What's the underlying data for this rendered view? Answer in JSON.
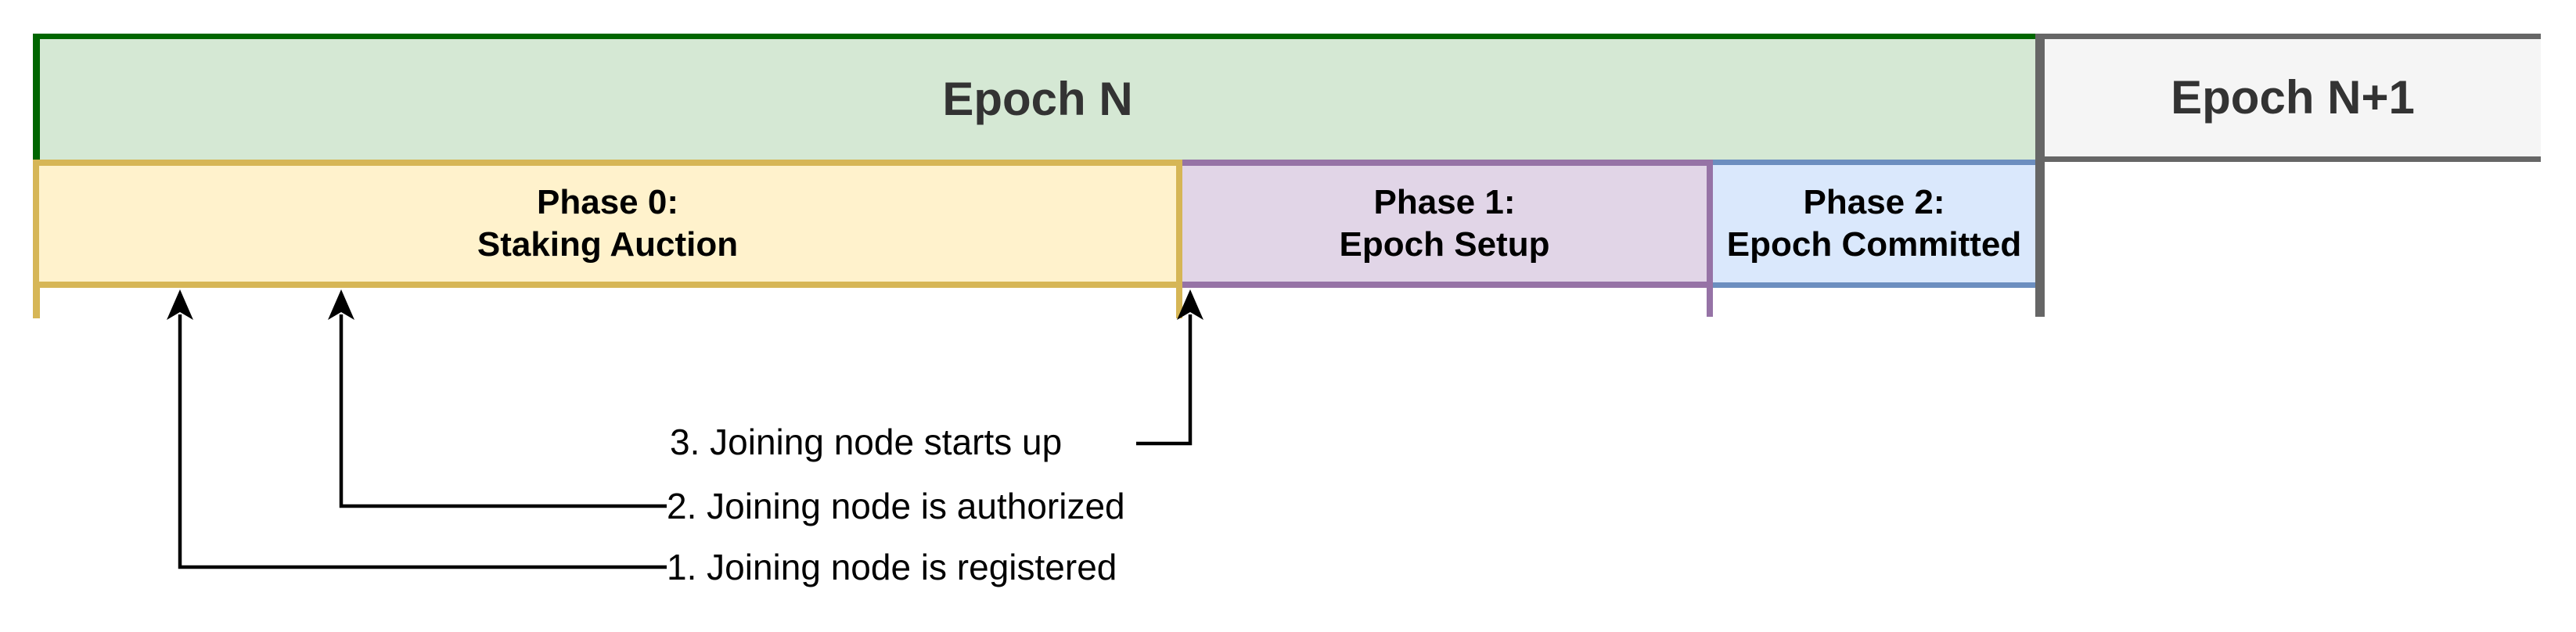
{
  "diagram": {
    "epoch_row": {
      "current": {
        "label": "Epoch N"
      },
      "next": {
        "label": "Epoch N+1"
      }
    },
    "phase_row": [
      {
        "label_line1": "Phase 0:",
        "label_line2": "Staking Auction"
      },
      {
        "label_line1": "Phase 1:",
        "label_line2": "Epoch Setup"
      },
      {
        "label_line1": "Phase 2:",
        "label_line2": "Epoch Committed"
      }
    ],
    "events": [
      {
        "label": "1. Joining node is registered"
      },
      {
        "label": "2. Joining node is authorized"
      },
      {
        "label": "3. Joining node starts up"
      }
    ],
    "colors": {
      "epoch_n_fill": "#d5e8d4",
      "epoch_n_border": "#006600",
      "epoch_n1_fill": "#f5f5f5",
      "epoch_n1_border": "#666666",
      "phase0_fill": "#fff2cc",
      "phase0_border": "#d6b656",
      "phase1_fill": "#e1d5e7",
      "phase1_border": "#9673a6",
      "phase2_fill": "#dae8fc",
      "phase2_border": "#6c8ebf",
      "boundary_bar": "#666666",
      "epoch_text": "#333333",
      "phase_text": "#000000",
      "annotation_text": "#000000",
      "arrow_stroke": "#000000"
    }
  }
}
